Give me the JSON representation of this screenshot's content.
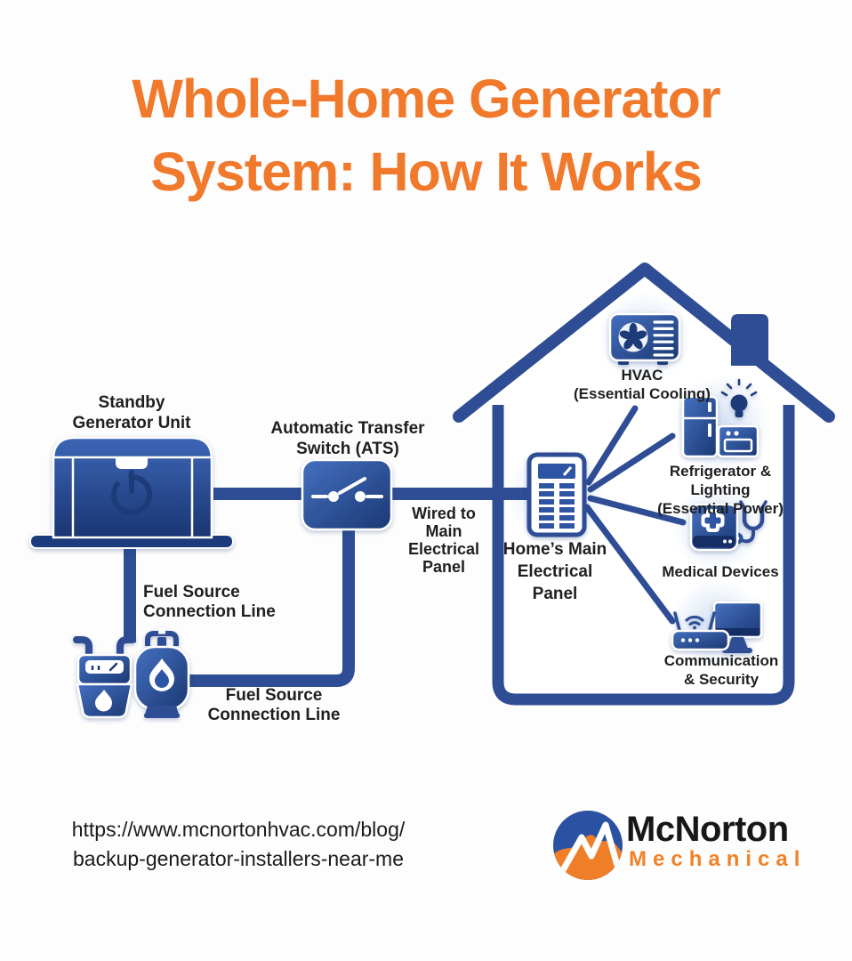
{
  "title": {
    "line1": "Whole-Home Generator",
    "line2": "System: How It Works"
  },
  "diagram": {
    "generator": {
      "label": "Standby\nGenerator Unit"
    },
    "ats": {
      "label": "Automatic Transfer\nSwitch (ATS)"
    },
    "wired_note": "Wired to\nMain\nElectrical\nPanel",
    "panel": {
      "label": "Home’s Main\nElectrical\nPanel"
    },
    "loads": [
      {
        "name": "hvac",
        "label": "HVAC\n(Essential Cooling)"
      },
      {
        "name": "refrigerator-lighting",
        "label": "Refrigerator & Lighting\n(Essential Power)"
      },
      {
        "name": "medical-devices",
        "label": "Medical Devices"
      },
      {
        "name": "communication-security",
        "label": "Communication\n& Security"
      }
    ],
    "fuel": {
      "label_top": "Fuel Source\nConnection Line",
      "label_bottom": "Fuel Source\nConnection Line"
    },
    "icons": [
      "standby-generator-icon",
      "ats-switch-icon",
      "electrical-panel-icon",
      "hvac-icon",
      "refrigerator-lighting-icon",
      "medical-devices-icon",
      "communication-security-icon",
      "gas-meter-icon",
      "propane-tank-icon",
      "house-outline",
      "mcnorton-logo"
    ]
  },
  "footer": {
    "url_line1": "https://www.mcnortonhvac.com/blog/",
    "url_line2": "backup-generator-installers-near-me",
    "brand": {
      "name": "McNorton",
      "tagline": "Mechanical"
    }
  },
  "colors": {
    "accent_orange": "#F0792B",
    "line_blue": "#2E4D95",
    "icon_navy": "#16316E",
    "icon_mid_blue": "#2D54A3",
    "logo_orange": "#EF7E29",
    "logo_blue": "#2B51A3",
    "text_dark": "#1F1F1F"
  }
}
